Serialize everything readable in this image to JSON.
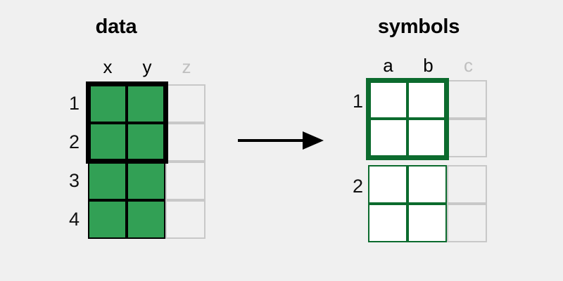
{
  "background_color": "#f0f0f0",
  "colors": {
    "fill_green": "#32a055",
    "dark_green": "#0c6b2e",
    "black": "#000000",
    "muted_gray": "#bfbfbf",
    "cell_border_gray": "#c8c8c8",
    "empty_cell_fill": "#f0f0f0",
    "white_cell_fill": "#ffffff"
  },
  "left_panel": {
    "title": "data",
    "columns": [
      {
        "label": "x",
        "state": "active"
      },
      {
        "label": "y",
        "state": "active"
      },
      {
        "label": "z",
        "state": "muted"
      }
    ],
    "row_labels": [
      "1",
      "2",
      "3",
      "4"
    ],
    "cells": [
      [
        {
          "style": "filled"
        },
        {
          "style": "filled"
        },
        {
          "style": "empty-gray"
        }
      ],
      [
        {
          "style": "filled"
        },
        {
          "style": "filled"
        },
        {
          "style": "empty-gray"
        }
      ],
      [
        {
          "style": "filled"
        },
        {
          "style": "filled"
        },
        {
          "style": "empty-gray"
        }
      ],
      [
        {
          "style": "filled"
        },
        {
          "style": "filled"
        },
        {
          "style": "empty-gray"
        }
      ]
    ],
    "highlight": {
      "color": "black",
      "covers_rows": [
        "1",
        "2"
      ],
      "covers_columns": [
        "x",
        "y"
      ]
    }
  },
  "arrow": {
    "direction": "right",
    "color": "#000000"
  },
  "right_panel": {
    "title": "symbols",
    "columns": [
      {
        "label": "a",
        "state": "active"
      },
      {
        "label": "b",
        "state": "active"
      },
      {
        "label": "c",
        "state": "muted"
      }
    ],
    "group_labels": [
      "1",
      "2"
    ],
    "groups": [
      {
        "label": "1",
        "rows": [
          [
            {
              "style": "empty-white"
            },
            {
              "style": "empty-white"
            },
            {
              "style": "empty-gray"
            }
          ],
          [
            {
              "style": "empty-white"
            },
            {
              "style": "empty-white"
            },
            {
              "style": "empty-gray"
            }
          ]
        ],
        "highlighted": true
      },
      {
        "label": "2",
        "rows": [
          [
            {
              "style": "empty-white"
            },
            {
              "style": "empty-white"
            },
            {
              "style": "empty-gray"
            }
          ],
          [
            {
              "style": "empty-white"
            },
            {
              "style": "empty-white"
            },
            {
              "style": "empty-gray"
            }
          ]
        ],
        "highlighted": false
      }
    ],
    "highlight": {
      "color": "#0c6b2e",
      "covers_group": "1",
      "covers_columns": [
        "a",
        "b"
      ]
    }
  }
}
